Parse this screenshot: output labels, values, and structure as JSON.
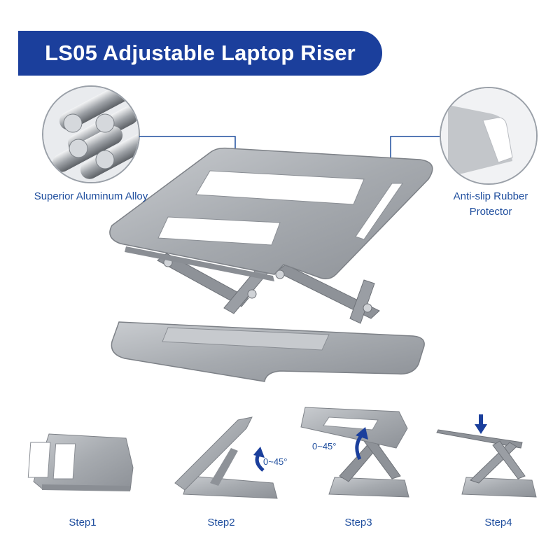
{
  "banner": {
    "title": "LS05 Adjustable Laptop Riser"
  },
  "callouts": {
    "left": "Superior Aluminum Alloy",
    "right_line1": "Anti-slip Rubber",
    "right_line2": "Protector"
  },
  "steps": [
    {
      "label": "Step1"
    },
    {
      "label": "Step2",
      "angle": "0~45°"
    },
    {
      "label": "Step3",
      "angle": "0~45°"
    },
    {
      "label": "Step4"
    }
  ],
  "colors": {
    "banner": "#1b3f9c",
    "accent_text": "#1f4e9e",
    "aluminum": "#a9adb2",
    "aluminum_dark": "#7d8187",
    "arrow": "#1b3f9c"
  }
}
